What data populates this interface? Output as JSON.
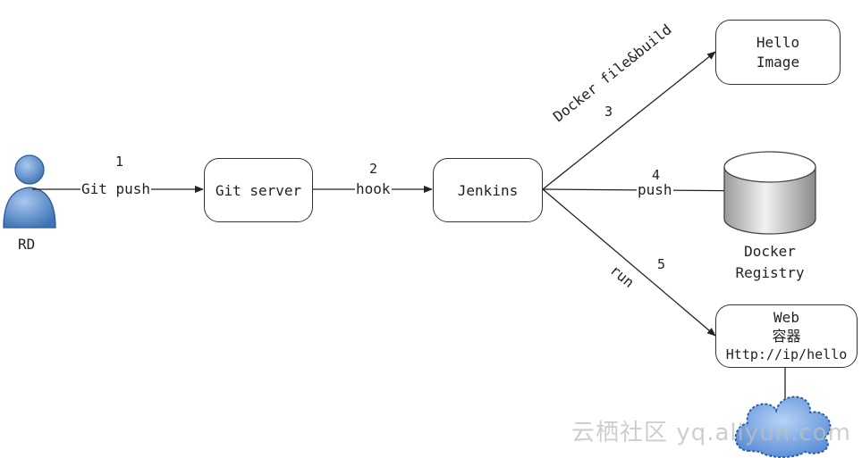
{
  "actor": {
    "label": "RD"
  },
  "nodes": {
    "git_server": "Git server",
    "jenkins": "Jenkins",
    "hello_image": {
      "line1": "Hello",
      "line2": "Image"
    },
    "registry": {
      "line1": "Docker",
      "line2": "Registry"
    },
    "web": {
      "line1": "Web",
      "line2": "容器",
      "line3": "Http://ip/hello"
    }
  },
  "edges": {
    "e1": {
      "num": "1",
      "label": "Git push"
    },
    "e2": {
      "num": "2",
      "label": "hook"
    },
    "e3": {
      "num": "3",
      "label": "Docker file&build"
    },
    "e4": {
      "num": "4",
      "label": "push"
    },
    "e5": {
      "num": "5",
      "label": "run"
    }
  },
  "watermark": "云栖社区 yq.aliyun.com",
  "colors": {
    "actor": "#5b8fc9",
    "cloud": "#6b9de0",
    "cylinder": "#c8c8c8"
  }
}
